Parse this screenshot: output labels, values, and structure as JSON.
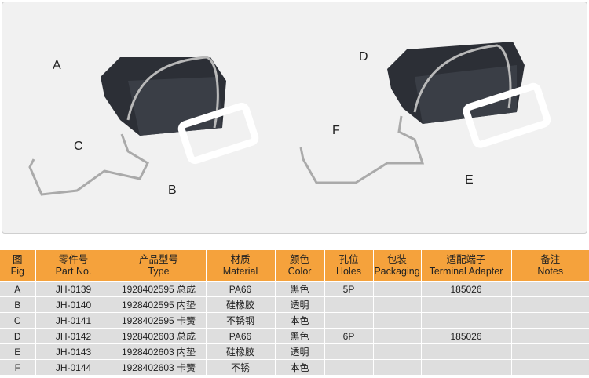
{
  "figure_labels": {
    "A": "A",
    "B": "B",
    "C": "C",
    "D": "D",
    "E": "E",
    "F": "F"
  },
  "table": {
    "headers": [
      {
        "zh": "图",
        "en": "Fig"
      },
      {
        "zh": "零件号",
        "en": "Part No."
      },
      {
        "zh": "产品型号",
        "en": "Type"
      },
      {
        "zh": "材质",
        "en": "Material"
      },
      {
        "zh": "颜色",
        "en": "Color"
      },
      {
        "zh": "孔位",
        "en": "Holes"
      },
      {
        "zh": "包装",
        "en": "Packaging"
      },
      {
        "zh": "适配端子",
        "en": "Terminal Adapter"
      },
      {
        "zh": "备注",
        "en": "Notes"
      }
    ],
    "rows": [
      [
        "A",
        "JH-0139",
        "1928402595 总成",
        "PA66",
        "黑色",
        "5P",
        "",
        "185026",
        ""
      ],
      [
        "B",
        "JH-0140",
        "1928402595 内垫",
        "硅橡胶",
        "透明",
        "",
        "",
        "",
        ""
      ],
      [
        "C",
        "JH-0141",
        "1928402595 卡簧",
        "不锈钢",
        "本色",
        "",
        "",
        "",
        ""
      ],
      [
        "D",
        "JH-0142",
        "1928402603 总成",
        "PA66",
        "黑色",
        "6P",
        "",
        "185026",
        ""
      ],
      [
        "E",
        "JH-0143",
        "1928402603 内垫",
        "硅橡胶",
        "透明",
        "",
        "",
        "",
        ""
      ],
      [
        "F",
        "JH-0144",
        "1928402603 卡簧",
        "不锈",
        "本色",
        "",
        "",
        "",
        ""
      ]
    ]
  }
}
